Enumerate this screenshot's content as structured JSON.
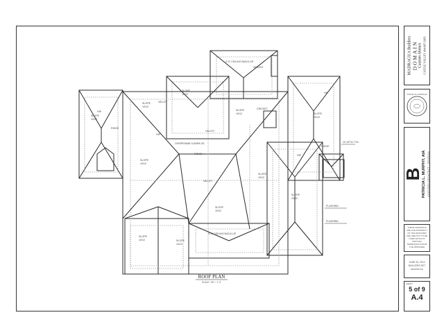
{
  "plan": {
    "title": "ROOF PLAN",
    "scale": "SCALE: 1/8\" = 1'-0\"",
    "labels": {
      "slope": "SLOPE",
      "slope_value": "10/12",
      "hip": "HIP",
      "ridge": "RIDGE",
      "valley": "VALLEY",
      "saddle": "SADDLE",
      "cricket": "CRICKET",
      "overframe": "OVERFRAME & BARK AS",
      "ceiling_note": "4'-0\" CEILING BUILD-UP",
      "flashing": "FLASHING",
      "dimension": "10' ATTIC TOL"
    }
  },
  "title_block": {
    "company_line1": "MADRAGUA Builders",
    "company_line2": "DOMAIN",
    "company_line3": "Custom Homes",
    "company_line4": "CASTLE VALLEY 404-997-2063",
    "seal_text": "STATE OF GEORGIA",
    "plan_letter": "B",
    "architect": "PATRICIA L. MURPHY, AIA",
    "architect_sub": "LICENSED ARCHITECT - GEORGIA",
    "notes": "THESE DRAWINGS ARE THE PROPERTY OF THE DESIGNER AND ARE NOT TO BE USED WITHOUT WRITTEN PERMISSION FROM THE DESIGNER",
    "date": "JUNE 26, 2014",
    "project": "BUILDERS SET",
    "project_sub": "RESIDENCE",
    "sheet_label": "SHEET",
    "sheet_count": "5 of 9",
    "sheet_number": "A.4"
  }
}
